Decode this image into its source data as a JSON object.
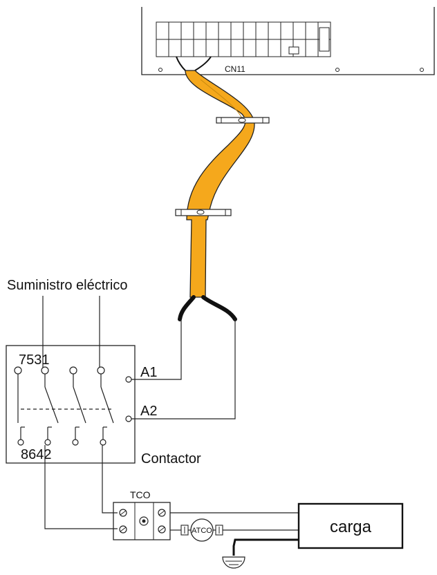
{
  "labels": {
    "connector": "CN11",
    "power_supply": "Suministro eléctrico",
    "contacts_top": "7531",
    "contacts_bottom": "8642",
    "terminal_a1": "A1",
    "terminal_a2": "A2",
    "contactor": "Contactor",
    "tco": "TCO",
    "atco": "ATCO",
    "load": "carga"
  },
  "colors": {
    "cable": "#f5a81c",
    "line": "#222222"
  }
}
